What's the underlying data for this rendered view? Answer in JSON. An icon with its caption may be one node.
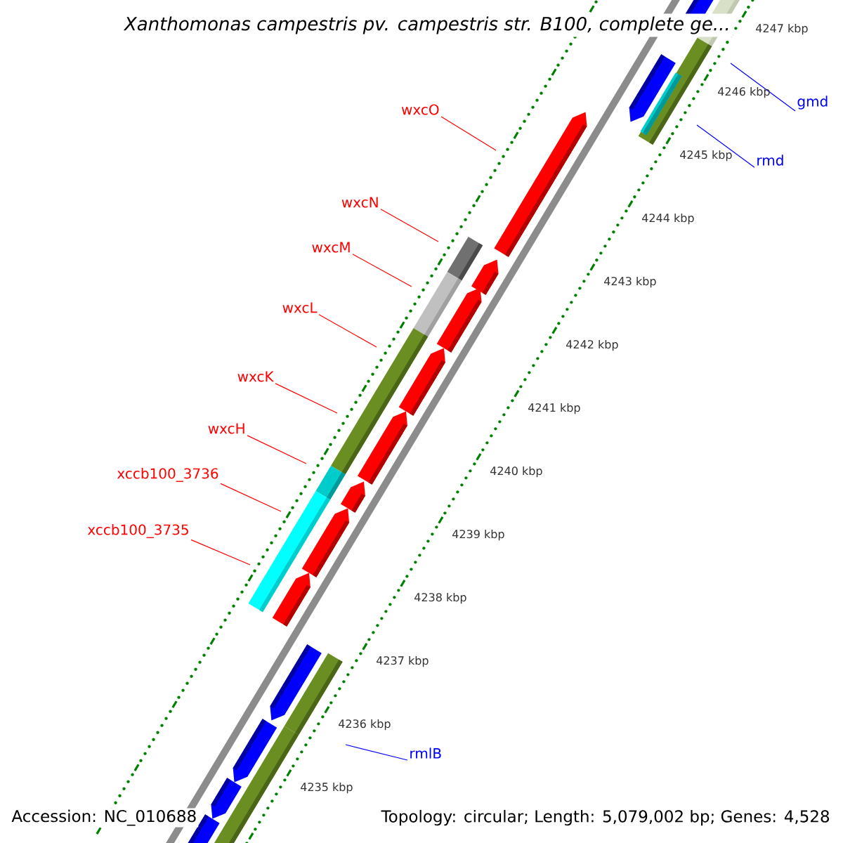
{
  "diagram": {
    "title": "*Xanthomonas campestris* pv. *campestris* str. B100, complete ge...",
    "nodes": [
      {
        "text": [
          "gmd"
        ]
      },
      {
        "text": [
          "wxcO"
        ]
      },
      {
        "text": [
          "rmd"
        ]
      },
      {
        "text": [
          "wxcN"
        ]
      },
      {
        "text": [
          "wxcM"
        ]
      },
      {
        "text": [
          "wxcL"
        ]
      },
      {
        "text": [
          "wxcK"
        ]
      },
      {
        "text": [
          "wxcH"
        ]
      },
      {
        "text": [
          "xccb100_3736"
        ]
      },
      {
        "text": [
          "xccb100_3735"
        ]
      },
      {
        "text": [
          "rmlB"
        ]
      }
    ],
    "edges": [
      {
        "from": 0,
        "to": null,
        "arrow": "none",
        "color": "#0000ff"
      },
      {
        "from": 1,
        "to": null,
        "arrow": "none"
      },
      {
        "from": 2,
        "to": null,
        "arrow": "none",
        "color": "#0000ff"
      },
      {
        "from": 3,
        "to": null,
        "arrow": "none"
      },
      {
        "from": 4,
        "to": null,
        "arrow": "none"
      },
      {
        "from": 5,
        "to": null,
        "arrow": "none"
      },
      {
        "from": 6,
        "to": null,
        "arrow": "none"
      },
      {
        "from": 7,
        "to": null,
        "arrow": "none"
      },
      {
        "from": 8,
        "to": null,
        "arrow": "none"
      },
      {
        "from": 9,
        "to": null,
        "arrow": "none"
      },
      {
        "from": 10,
        "to": null,
        "arrow": "none",
        "color": "#0000ff"
      }
    ],
    "labels": [
      "4247 kbp",
      "4246 kbp",
      "4245 kbp",
      "4244 kbp",
      "4243 kbp",
      "4242 kbp",
      "4241 kbp",
      "4240 kbp",
      "4239 kbp",
      "4238 kbp",
      "4237 kbp",
      "4236 kbp",
      "4235 kbp",
      "Accession: NC_010688",
      "Topology: circular; Length: 5,079,002 bp; Genes: 4,528"
    ]
  }
}
